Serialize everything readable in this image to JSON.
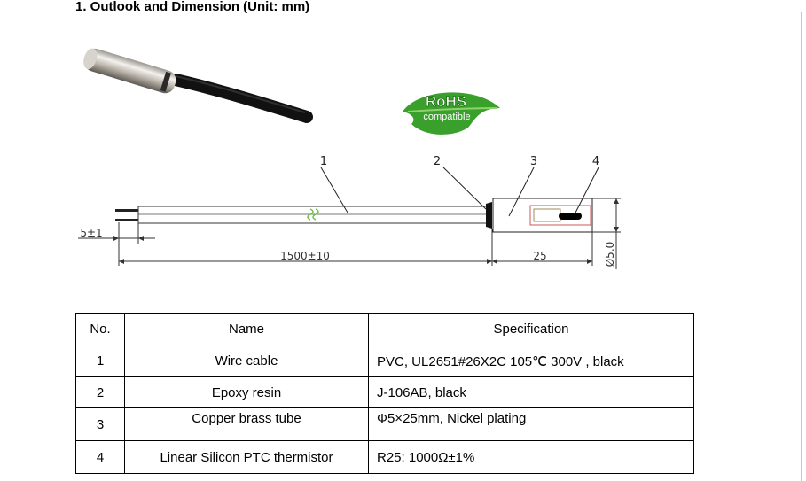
{
  "heading": "1.  Outlook and Dimension (Unit: mm)",
  "rohs_badge": {
    "line1": "RoHS",
    "line2": "compatible",
    "color": "#3aa02c"
  },
  "drawing": {
    "callouts": [
      "1",
      "2",
      "3",
      "4"
    ],
    "dim_strip": "5±1",
    "dim_length": "1500±10",
    "dim_tube_length": "25",
    "dim_diameter": "Ø5.0"
  },
  "table": {
    "headers": {
      "no": "No.",
      "name": "Name",
      "spec": "Specification"
    },
    "rows": [
      {
        "no": "1",
        "name": "Wire cable",
        "spec": "PVC, UL2651#26X2C 105℃  300V , black"
      },
      {
        "no": "2",
        "name": "Epoxy resin",
        "spec": "J-106AB, black"
      },
      {
        "no": "3",
        "name": "Copper brass tube",
        "spec": "Φ5×25mm, Nickel plating"
      },
      {
        "no": "4",
        "name": "Linear Silicon PTC thermistor",
        "spec": "R25: 1000Ω±1%"
      }
    ]
  }
}
